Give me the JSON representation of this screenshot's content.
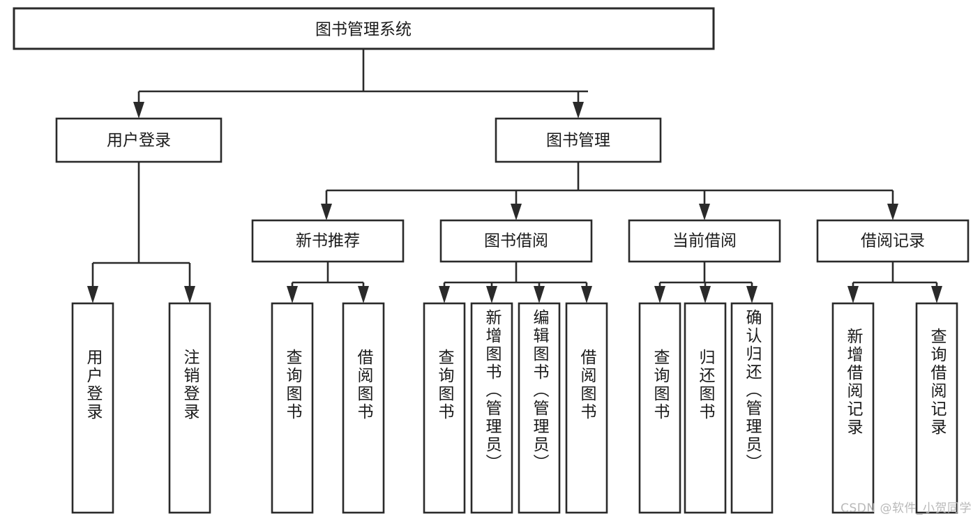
{
  "diagram": {
    "type": "tree-hierarchy-chart",
    "title": "图书管理系统",
    "background_color": "#ffffff",
    "line_color": "#2a2a2a",
    "text_color": "#1a1a1a",
    "root": {
      "label": "图书管理系统"
    },
    "level2": [
      {
        "label": "用户登录"
      },
      {
        "label": "图书管理"
      }
    ],
    "level3": [
      {
        "label": "新书推荐"
      },
      {
        "label": "图书借阅"
      },
      {
        "label": "当前借阅"
      },
      {
        "label": "借阅记录"
      }
    ],
    "leaves_user_login": [
      {
        "label": "用户登录"
      },
      {
        "label": "注销登录"
      }
    ],
    "leaves_new_books": [
      {
        "label": "查询图书"
      },
      {
        "label": "借阅图书"
      }
    ],
    "leaves_book_borrow": [
      {
        "label": "查询图书"
      },
      {
        "label": "新增图书（管理员）"
      },
      {
        "label": "编辑图书（管理员）"
      },
      {
        "label": "借阅图书"
      }
    ],
    "leaves_current_borrow": [
      {
        "label": "查询图书"
      },
      {
        "label": "归还图书"
      },
      {
        "label": "确认归还（管理员）"
      }
    ],
    "leaves_borrow_records": [
      {
        "label": "新增借阅记录"
      },
      {
        "label": "查询借阅记录"
      }
    ]
  },
  "watermark": {
    "text": "CSDN @软件_小贺同学"
  }
}
